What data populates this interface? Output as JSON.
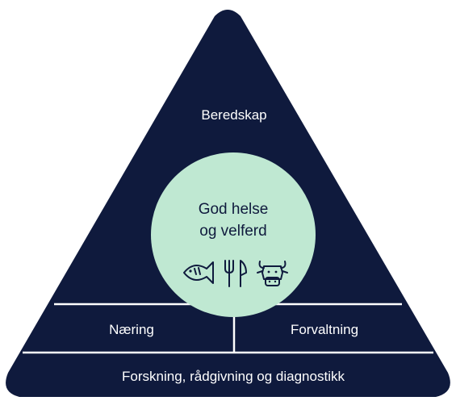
{
  "colors": {
    "navy": "#0f1a3d",
    "mint": "#bfe8d2",
    "divider": "#ffffff"
  },
  "top": {
    "label": "Beredskap"
  },
  "center": {
    "line1": "God helse",
    "line2": "og velferd",
    "icons": [
      "fish-icon",
      "fork-knife-icon",
      "cow-icon"
    ]
  },
  "middle": {
    "left": "Næring",
    "right": "Forvaltning"
  },
  "base": {
    "label": "Forskning, rådgivning og diagnostikk"
  }
}
